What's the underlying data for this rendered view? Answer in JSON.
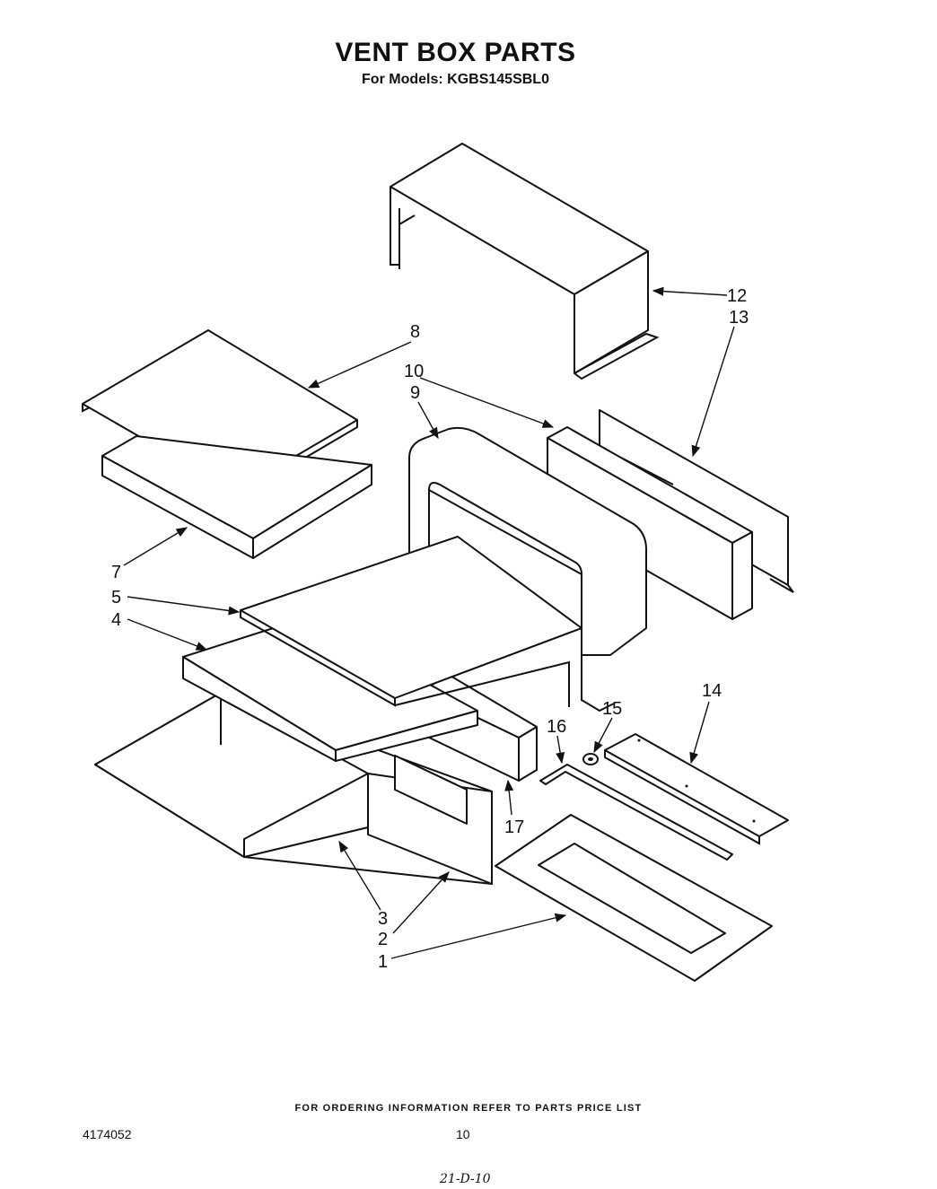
{
  "header": {
    "title": "VENT BOX PARTS",
    "models": "For Models: KGBS145SBL0"
  },
  "labels": {
    "p1": "1",
    "p2": "2",
    "p3": "3",
    "p4": "4",
    "p5": "5",
    "p7": "7",
    "p8": "8",
    "p9": "9",
    "p10": "10",
    "p12": "12",
    "p13": "13",
    "p14": "14",
    "p15": "15",
    "p16": "16",
    "p17": "17"
  },
  "footer": {
    "ordering": "FOR ORDERING INFORMATION REFER TO PARTS PRICE LIST",
    "doc_number": "4174052",
    "page_number": "10",
    "handwritten": "21-D-10"
  }
}
